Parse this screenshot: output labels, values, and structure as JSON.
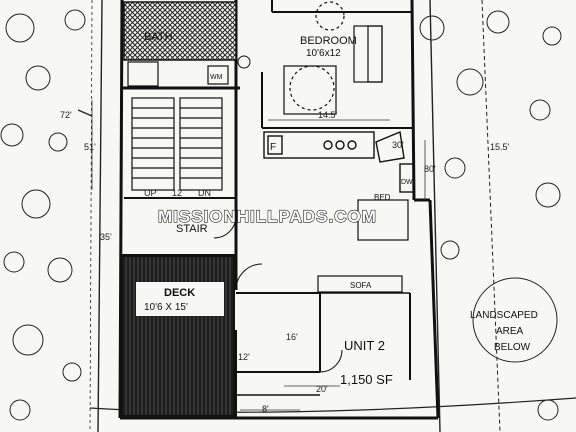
{
  "labels": {
    "bath": "BATH",
    "bedroom": "BEDROOM",
    "bedroom_size": "10'6x12",
    "stair": "STAIR",
    "deck": "DECK",
    "deck_size": "10'6 X 15'",
    "unit": "UNIT 2",
    "unit_area": "1,150 SF",
    "landscaped_1": "LANDSCAPED",
    "landscaped_2": "AREA",
    "landscaped_3": "BELOW",
    "sofa": "SOFA",
    "bed": "BED",
    "dw": "DW",
    "wm": "WM",
    "fridge": "F",
    "watermark": "MISSIONHILLPADS.COM"
  },
  "dimensions": {
    "d_72": "72'",
    "d_51": "51'",
    "d_145": "14.5'",
    "d_30": "30'",
    "d_80": "80'",
    "d_35": "35'",
    "d_16": "16'",
    "d_20": "20'",
    "d_12": "12'",
    "d_8": "8'",
    "d_155": "15.5'",
    "d_up": "UP",
    "d_12b": "12",
    "d_dn": "DN"
  },
  "colors": {
    "ink": "#1a1a1a",
    "paper": "#f7f7f4"
  }
}
